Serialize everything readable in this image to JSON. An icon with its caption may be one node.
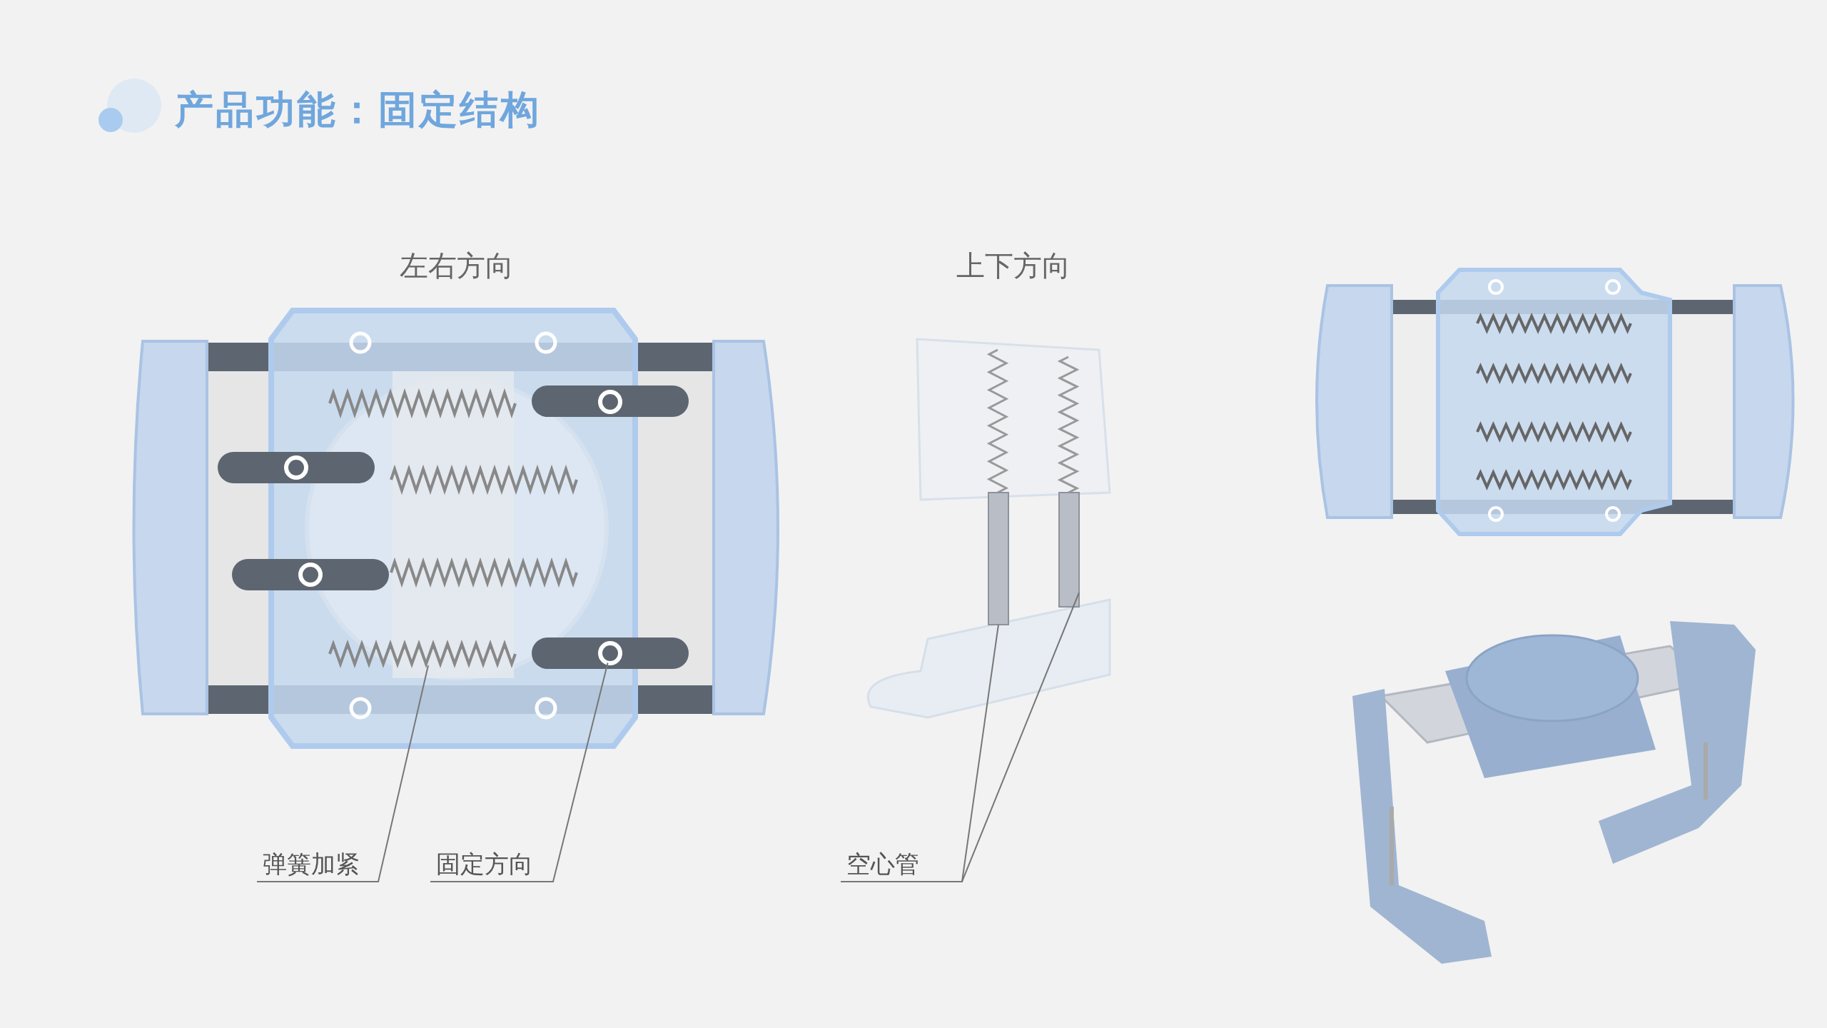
{
  "diagram": {
    "title": "产品功能：固定结构",
    "nodes": [
      {
        "text": [
          "弹簧加紧"
        ]
      },
      {
        "text": [],
        "shape": "picture"
      },
      {
        "text": [
          "固定方向"
        ]
      },
      {
        "text": [],
        "shape": "circle"
      },
      {
        "text": [
          "空心管"
        ]
      },
      {
        "text": [],
        "shape": "cylinder"
      },
      {
        "text": [],
        "shape": "cylinder"
      }
    ],
    "edges": [
      {
        "from": 0,
        "to": 1,
        "arrow": "none"
      },
      {
        "from": 2,
        "to": 3,
        "arrow": "none"
      },
      {
        "from": 4,
        "to": 5,
        "arrow": "none"
      },
      {
        "from": 4,
        "to": 6,
        "arrow": "none"
      }
    ],
    "labels": [
      "左右方向",
      "上下方向"
    ]
  }
}
